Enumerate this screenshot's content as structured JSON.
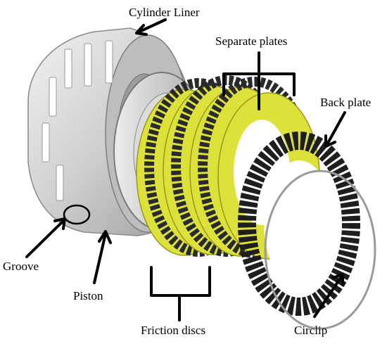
{
  "labels": {
    "cylinder_liner": "Cylinder Liner",
    "separate_plates": "Separate plates",
    "back_plate": "Back plate",
    "groove": "Groove",
    "piston": "Piston",
    "friction_discs": "Friction discs",
    "circlip": "Circlip"
  },
  "colors": {
    "friction_yellow": "#dde23a",
    "steel_plate": "#2a2a2a",
    "liner_silver": "#d6d6d6",
    "piston_silver": "#c8c8c8",
    "circlip": "#9a9a9a",
    "annotation": "#000000"
  }
}
